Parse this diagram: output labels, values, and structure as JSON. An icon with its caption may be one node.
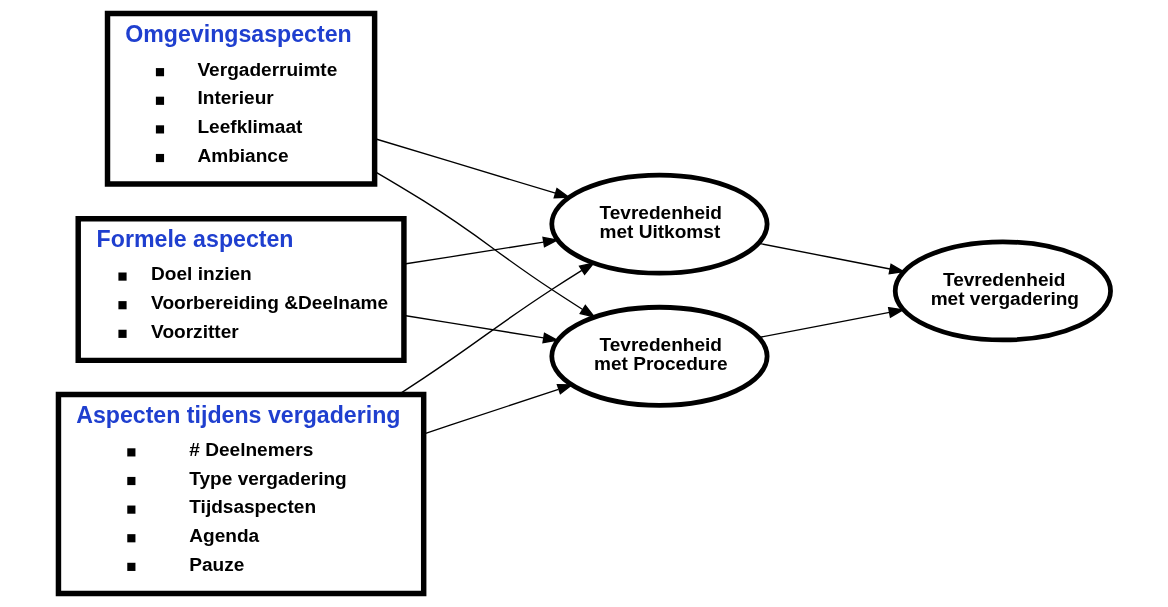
{
  "diagram": {
    "nodes": [
      {
        "text": [
          "Omgevingsaspecten",
          "Vergaderruimte",
          "Interieur",
          "Leefklimaat",
          "Ambiance"
        ]
      },
      {
        "text": [
          "Formele aspecten",
          "Doel inzien",
          "Voorbereiding &Deelname",
          "Voorzitter"
        ]
      },
      {
        "text": [
          "Aspecten tijdens vergadering",
          "# Deelnemers",
          "Type vergadering",
          "Tijdsaspecten",
          "Agenda",
          "Pauze"
        ]
      },
      {
        "text": [
          "Tevredenheid met Uitkomst"
        ]
      },
      {
        "text": [
          "Tevredenheid met Procedure"
        ]
      },
      {
        "text": [
          "Tevredenheid met vergadering"
        ]
      }
    ],
    "edges": [
      {
        "from": 0,
        "to": 3,
        "arrow": "to"
      },
      {
        "from": 0,
        "to": 4,
        "arrow": "to"
      },
      {
        "from": 1,
        "to": 3,
        "arrow": "to"
      },
      {
        "from": 1,
        "to": 4,
        "arrow": "to"
      },
      {
        "from": 2,
        "to": 3,
        "arrow": "to"
      },
      {
        "from": 2,
        "to": 4,
        "arrow": "to"
      },
      {
        "from": 3,
        "to": 5,
        "arrow": "to"
      },
      {
        "from": 4,
        "to": 5,
        "arrow": "to"
      }
    ]
  }
}
